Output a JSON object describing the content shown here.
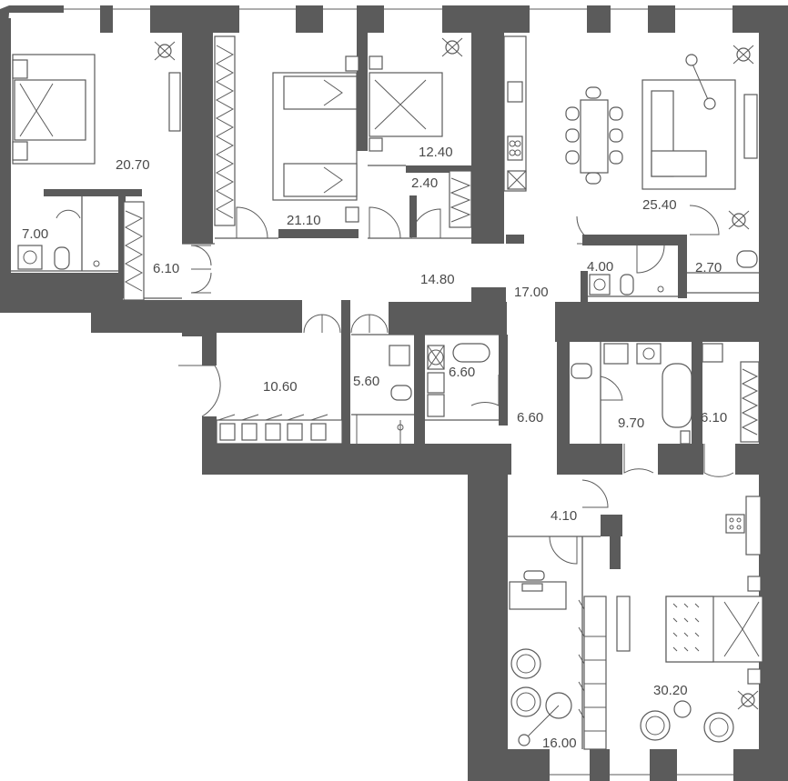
{
  "plan": {
    "rooms": [
      {
        "id": "bedroom-nw",
        "area": "20.70"
      },
      {
        "id": "bedroom-twin",
        "area": "21.10"
      },
      {
        "id": "bedroom-small",
        "area": "12.40"
      },
      {
        "id": "closet-small",
        "area": "2.40"
      },
      {
        "id": "living-room",
        "area": "25.40"
      },
      {
        "id": "bathroom-nw",
        "area": "7.00"
      },
      {
        "id": "wardrobe-nw",
        "area": "6.10"
      },
      {
        "id": "hall",
        "area": "14.80"
      },
      {
        "id": "kitchen-corridor",
        "area": "17.00"
      },
      {
        "id": "wc-1",
        "area": "4.00"
      },
      {
        "id": "wc-2",
        "area": "2.70"
      },
      {
        "id": "storage",
        "area": "10.60"
      },
      {
        "id": "wc-3",
        "area": "5.60"
      },
      {
        "id": "laundry",
        "area": "6.60"
      },
      {
        "id": "corridor",
        "area": "6.60"
      },
      {
        "id": "master-bath",
        "area": "9.70"
      },
      {
        "id": "dressing-room",
        "area": "6.10"
      },
      {
        "id": "vestibule",
        "area": "4.10"
      },
      {
        "id": "study",
        "area": "16.00"
      },
      {
        "id": "master-bedroom",
        "area": "30.20"
      }
    ]
  }
}
